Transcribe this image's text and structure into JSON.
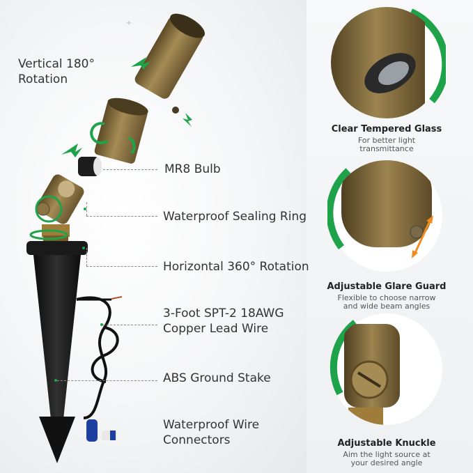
{
  "labels": {
    "vertical_rotation": "Vertical 180° Rotation",
    "mr8_bulb": "MR8 Bulb",
    "sealing_ring": "Waterproof Sealing Ring",
    "horizontal_rotation": "Horizontal 360° Rotation",
    "lead_wire_line1": "3-Foot SPT-2 18AWG",
    "lead_wire_line2": "Copper Lead Wire",
    "ground_stake": "ABS Ground Stake",
    "wire_connectors_line1": "Waterproof Wire",
    "wire_connectors_line2": "Connectors"
  },
  "callouts": [
    {
      "title": "Clear Tempered Glass",
      "sub_line1": "For better light",
      "sub_line2": "transmittance"
    },
    {
      "title": "Adjustable Glare Guard",
      "sub_line1": "Flexible to choose narrow",
      "sub_line2": "and wide beam angles"
    },
    {
      "title": "Adjustable Knuckle",
      "sub_line1": "Aim the light source at",
      "sub_line2": "your desired angle"
    }
  ],
  "colors": {
    "brass": "#8a7443",
    "accent_green": "#1fa34a",
    "arrow_orange": "#f08c1e",
    "stake": "#1e1e1e"
  }
}
